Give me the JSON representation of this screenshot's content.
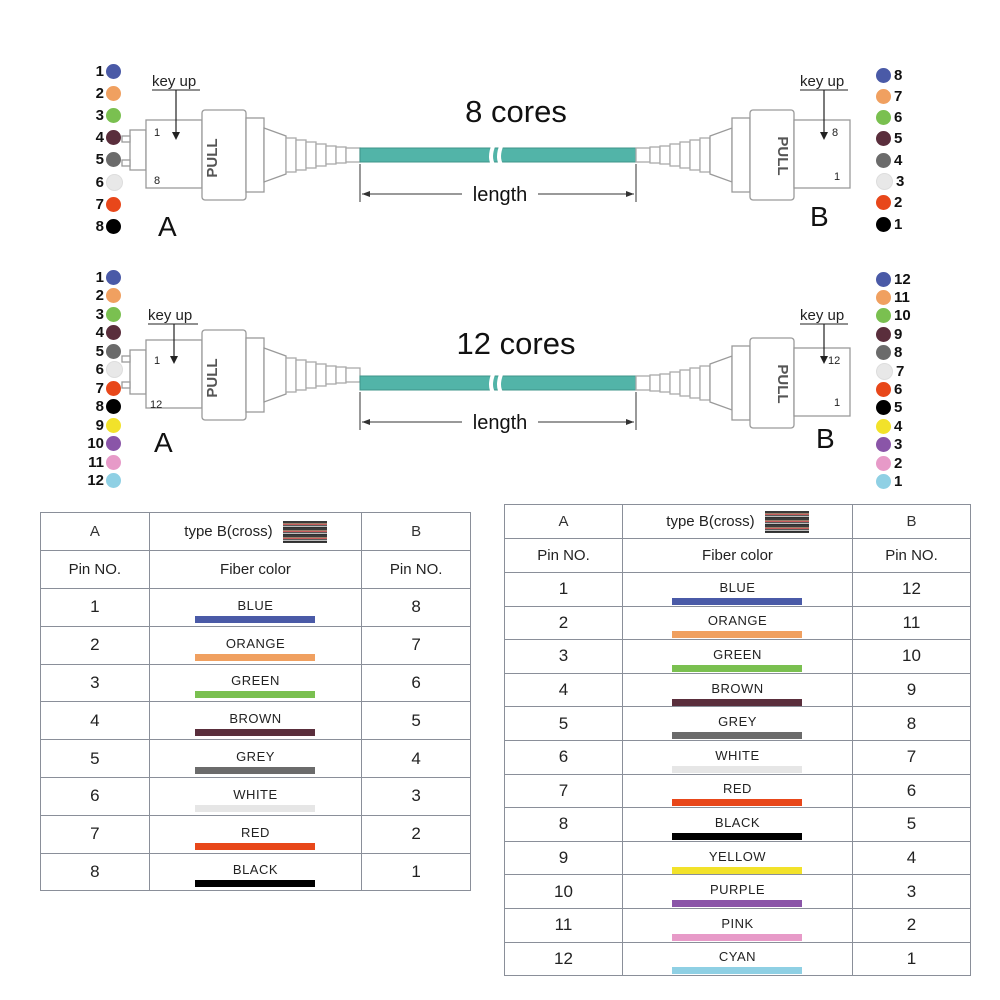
{
  "diagrams": [
    {
      "id": "top",
      "title": "8 cores",
      "key_label": "key up",
      "length_label": "length",
      "end_a": "A",
      "end_b": "B",
      "pull_label": "PULL",
      "a_top_pin": "1",
      "a_bottom_pin": "8",
      "b_top_pin": "8",
      "b_bottom_pin": "1",
      "left_pins": [
        "1",
        "2",
        "3",
        "4",
        "5",
        "6",
        "7",
        "8"
      ],
      "left_colors": [
        "#4a5aa7",
        "#f0a060",
        "#7ac050",
        "#5a2e3c",
        "#6b6b6b",
        "#e8e8e8",
        "#e8471a",
        "#000000"
      ],
      "right_pins": [
        "8",
        "7",
        "6",
        "5",
        "4",
        "3",
        "2",
        "1"
      ],
      "right_colors": [
        "#4a5aa7",
        "#f0a060",
        "#7ac050",
        "#5a2e3c",
        "#6b6b6b",
        "#e8e8e8",
        "#e8471a",
        "#000000"
      ]
    },
    {
      "id": "bottom",
      "title": "12 cores",
      "key_label": "key up",
      "length_label": "length",
      "end_a": "A",
      "end_b": "B",
      "pull_label": "PULL",
      "a_top_pin": "1",
      "a_bottom_pin": "12",
      "b_top_pin": "12",
      "b_bottom_pin": "1",
      "left_pins": [
        "1",
        "2",
        "3",
        "4",
        "5",
        "6",
        "7",
        "8",
        "9",
        "10",
        "11",
        "12"
      ],
      "left_colors": [
        "#4a5aa7",
        "#f0a060",
        "#7ac050",
        "#5a2e3c",
        "#6b6b6b",
        "#e8e8e8",
        "#e8471a",
        "#000000",
        "#f2e22a",
        "#8a55a8",
        "#e79ac8",
        "#8fd0e4"
      ],
      "right_pins": [
        "12",
        "11",
        "10",
        "9",
        "8",
        "7",
        "6",
        "5",
        "4",
        "3",
        "2",
        "1"
      ],
      "right_colors": [
        "#4a5aa7",
        "#f0a060",
        "#7ac050",
        "#5a2e3c",
        "#6b6b6b",
        "#e8e8e8",
        "#e8471a",
        "#000000",
        "#f2e22a",
        "#8a55a8",
        "#e79ac8",
        "#8fd0e4"
      ]
    }
  ],
  "tables": [
    {
      "id": "table8",
      "header_a": "A",
      "header_type": "type B(cross)",
      "header_b": "B",
      "col_pin_a": "Pin NO.",
      "col_color": "Fiber color",
      "col_pin_b": "Pin NO.",
      "rows": [
        {
          "a": "1",
          "color": "BLUE",
          "hex": "#4a5aa7",
          "b": "8"
        },
        {
          "a": "2",
          "color": "ORANGE",
          "hex": "#f0a060",
          "b": "7"
        },
        {
          "a": "3",
          "color": "GREEN",
          "hex": "#7ac050",
          "b": "6"
        },
        {
          "a": "4",
          "color": "BROWN",
          "hex": "#5a2e3c",
          "b": "5"
        },
        {
          "a": "5",
          "color": "GREY",
          "hex": "#6b6b6b",
          "b": "4"
        },
        {
          "a": "6",
          "color": "WHITE",
          "hex": "#e6e6e6",
          "b": "3"
        },
        {
          "a": "7",
          "color": "RED",
          "hex": "#e8471a",
          "b": "2"
        },
        {
          "a": "8",
          "color": "BLACK",
          "hex": "#000000",
          "b": "1"
        }
      ]
    },
    {
      "id": "table12",
      "header_a": "A",
      "header_type": "type B(cross)",
      "header_b": "B",
      "col_pin_a": "Pin NO.",
      "col_color": "Fiber color",
      "col_pin_b": "Pin NO.",
      "rows": [
        {
          "a": "1",
          "color": "BLUE",
          "hex": "#4a5aa7",
          "b": "12"
        },
        {
          "a": "2",
          "color": "ORANGE",
          "hex": "#f0a060",
          "b": "11"
        },
        {
          "a": "3",
          "color": "GREEN",
          "hex": "#7ac050",
          "b": "10"
        },
        {
          "a": "4",
          "color": "BROWN",
          "hex": "#5a2e3c",
          "b": "9"
        },
        {
          "a": "5",
          "color": "GREY",
          "hex": "#6b6b6b",
          "b": "8"
        },
        {
          "a": "6",
          "color": "WHITE",
          "hex": "#e6e6e6",
          "b": "7"
        },
        {
          "a": "7",
          "color": "RED",
          "hex": "#e8471a",
          "b": "6"
        },
        {
          "a": "8",
          "color": "BLACK",
          "hex": "#000000",
          "b": "5"
        },
        {
          "a": "9",
          "color": "YELLOW",
          "hex": "#f2e22a",
          "b": "4"
        },
        {
          "a": "10",
          "color": "PURPLE",
          "hex": "#8a55a8",
          "b": "3"
        },
        {
          "a": "11",
          "color": "PINK",
          "hex": "#e79ac8",
          "b": "2"
        },
        {
          "a": "12",
          "color": "CYAN",
          "hex": "#8fd0e4",
          "b": "1"
        }
      ]
    }
  ],
  "cable_color": "#52b4a8"
}
